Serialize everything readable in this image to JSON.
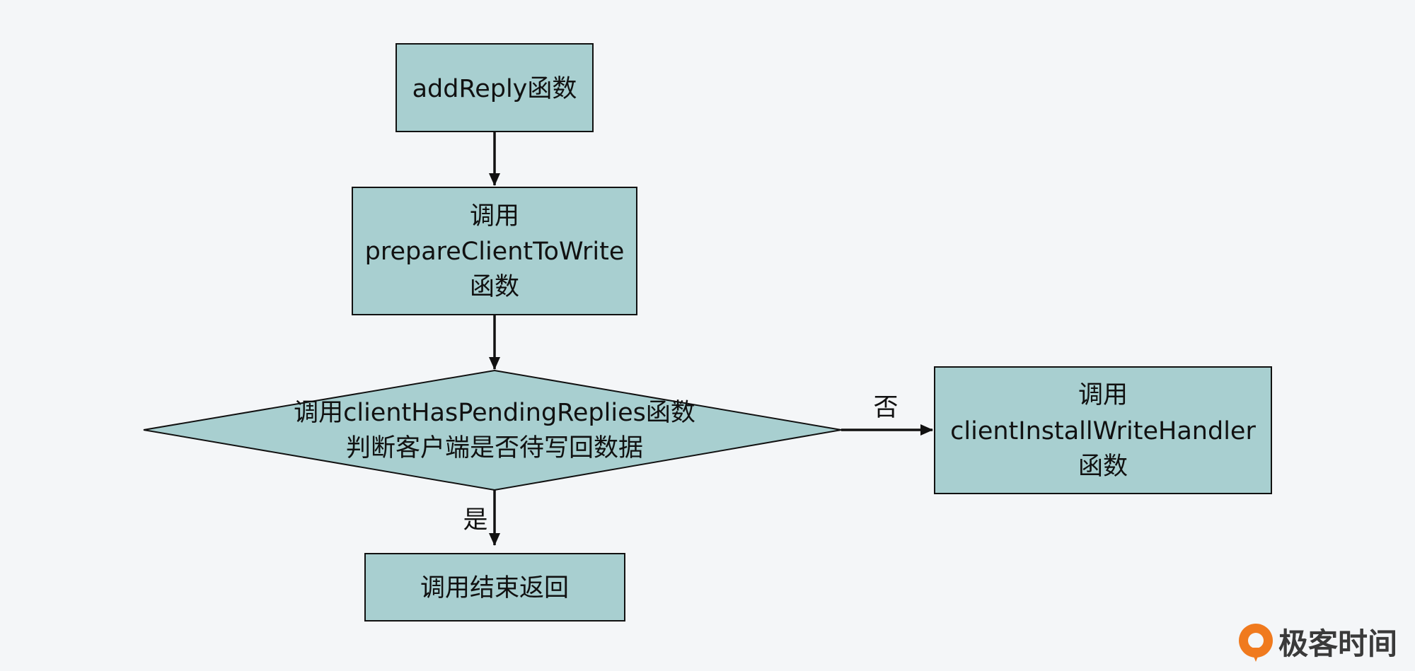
{
  "nodes": {
    "add_reply": {
      "lines": [
        "addReply函数"
      ]
    },
    "prepare_client": {
      "lines": [
        "调用",
        "prepareClientToWrite",
        "函数"
      ]
    },
    "decision": {
      "lines": [
        "调用clientHasPendingReplies函数",
        "判断客户端是否待写回数据"
      ]
    },
    "install_handler": {
      "lines": [
        "调用",
        "clientInstallWriteHandler",
        "函数"
      ]
    },
    "end_return": {
      "lines": [
        "调用结束返回"
      ]
    }
  },
  "edges": {
    "no_label": "否",
    "yes_label": "是"
  },
  "brand": {
    "text": "极客时间"
  },
  "colors": {
    "node_fill": "#a8cfd0",
    "stroke": "#111111",
    "background": "#f4f6f8",
    "brand_orange": "#f07a1e"
  }
}
